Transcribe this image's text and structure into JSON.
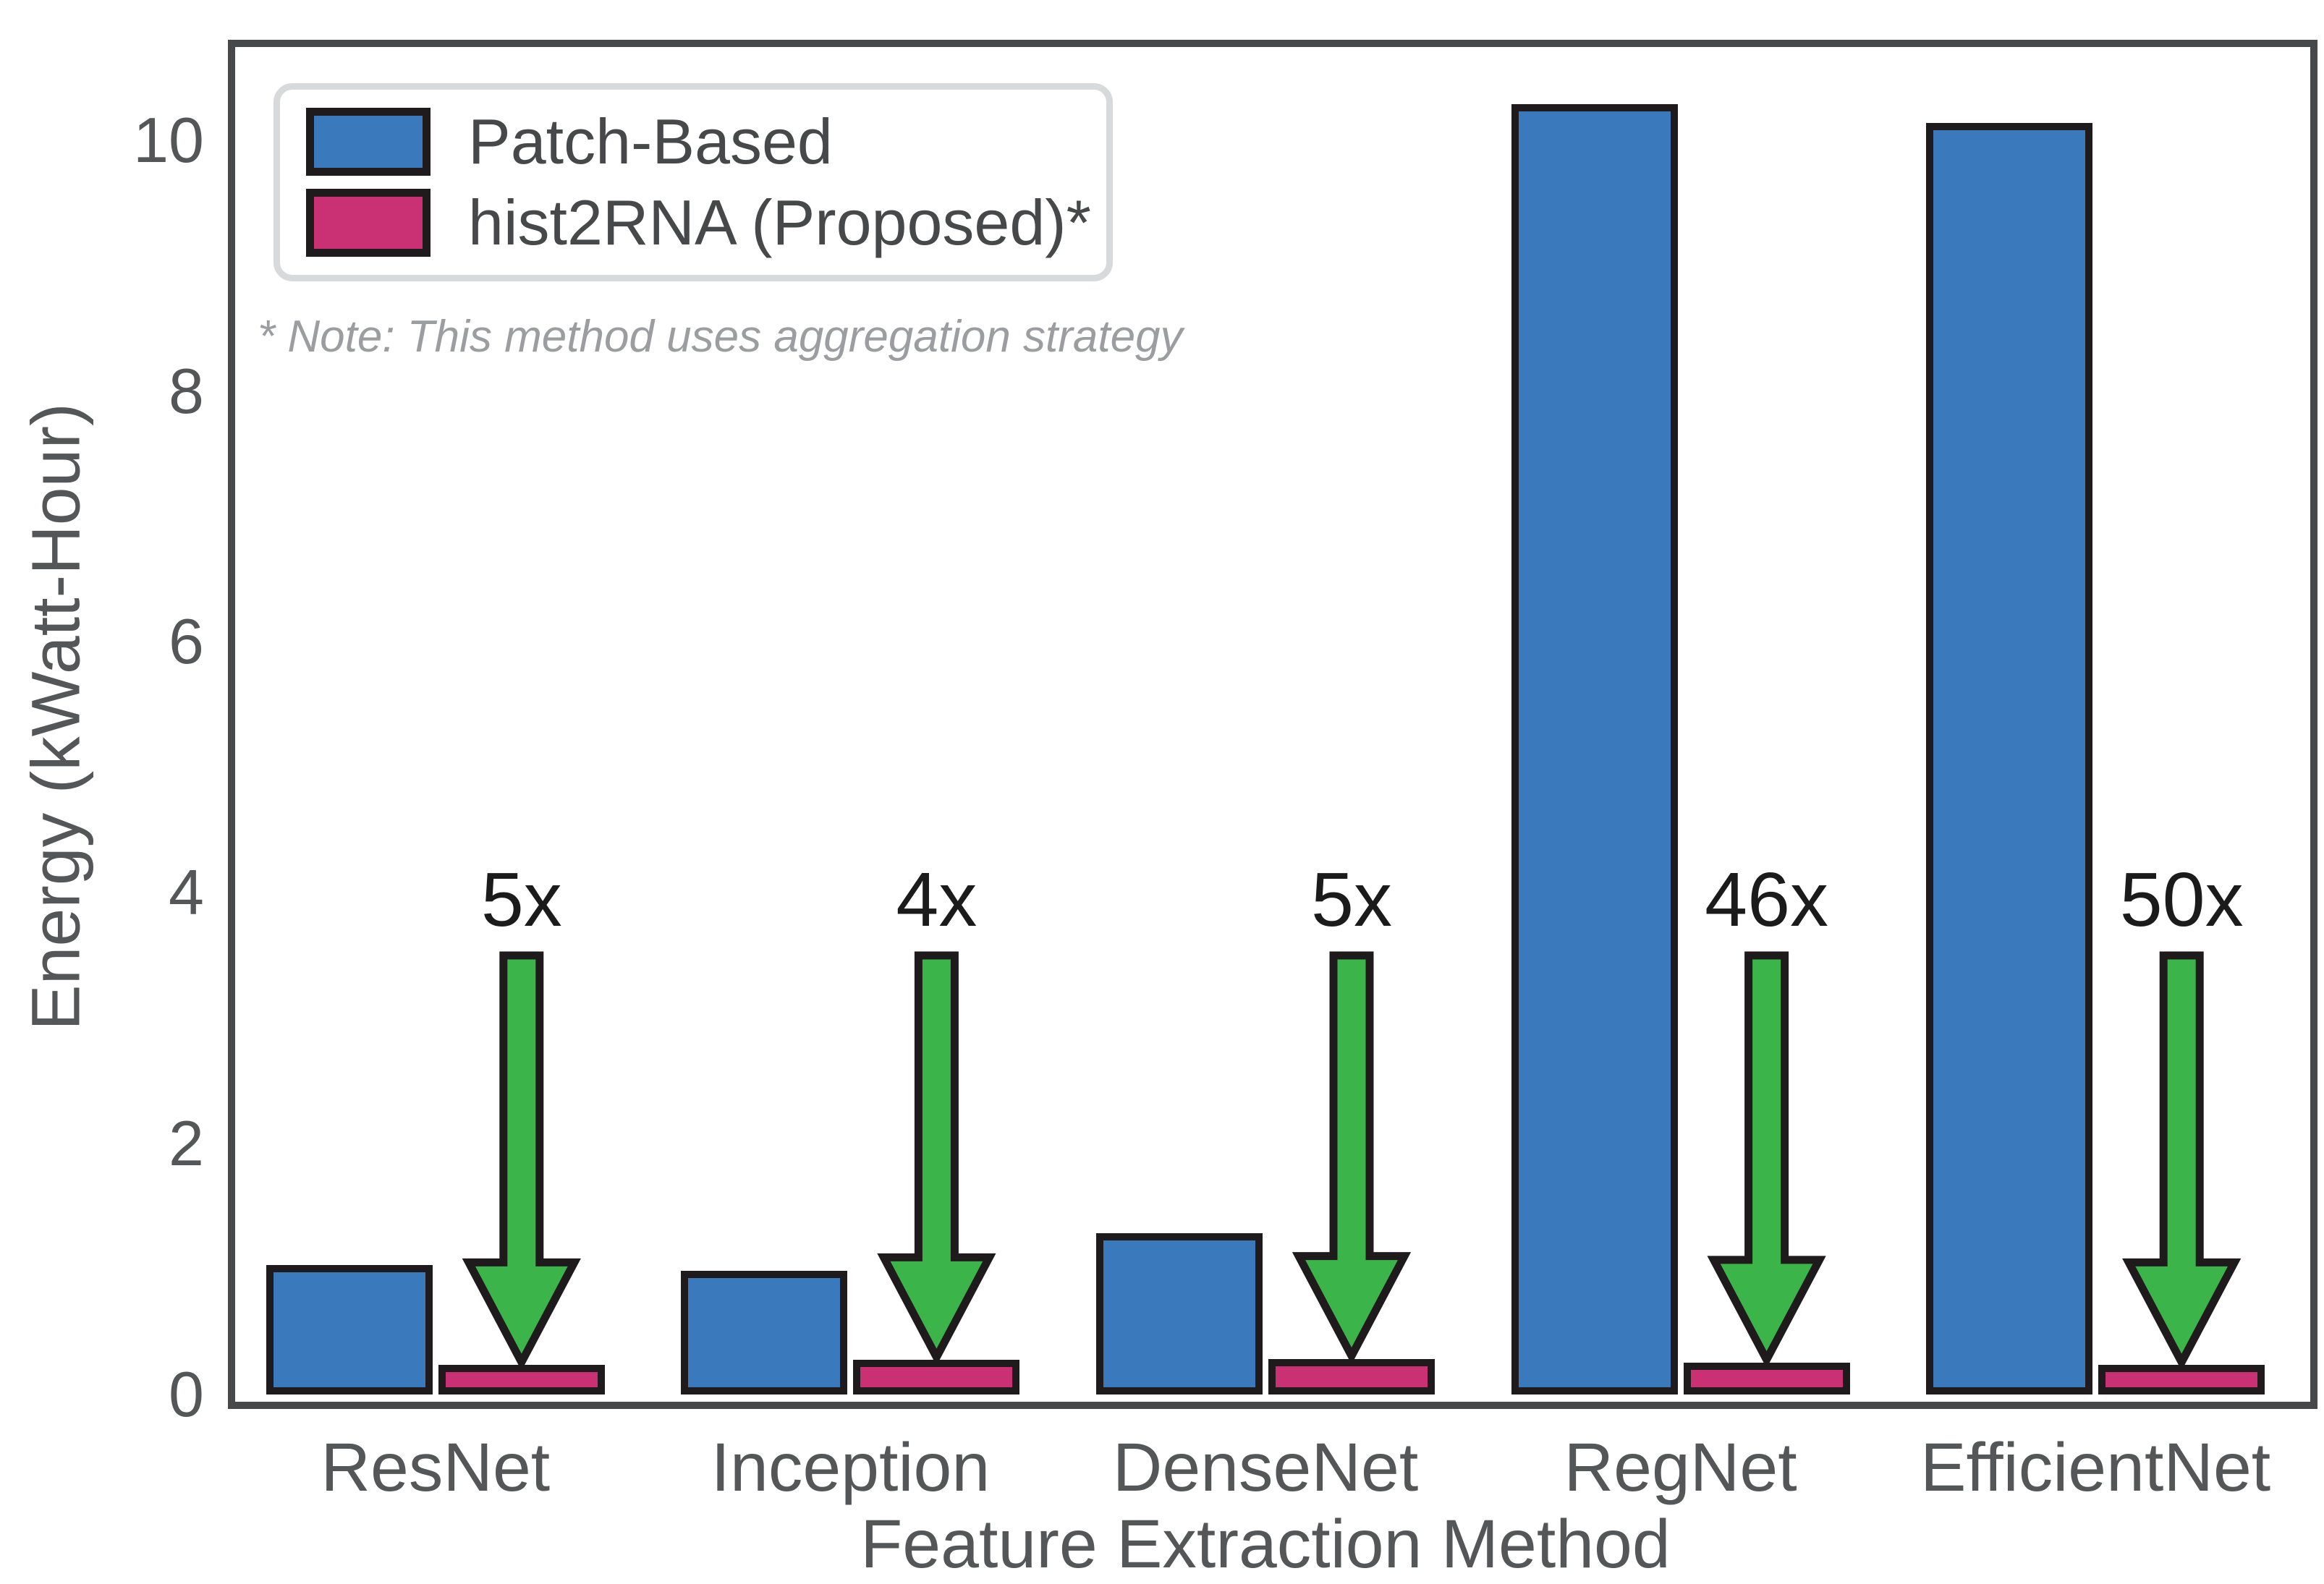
{
  "chart_data": {
    "type": "bar",
    "title": "",
    "categories": [
      "ResNet",
      "Inception",
      "DenseNet",
      "RegNet",
      "EfficientNet"
    ],
    "series": [
      {
        "name": "Patch-Based",
        "color": "#3a79bc",
        "values": [
          1.0,
          0.95,
          1.25,
          10.25,
          10.1
        ]
      },
      {
        "name": "hist2RNA (Proposed)*",
        "color": "#ca3175",
        "values": [
          0.2,
          0.24,
          0.25,
          0.22,
          0.2
        ]
      }
    ],
    "annotations": {
      "multipliers": [
        "5x",
        "4x",
        "5x",
        "46x",
        "50x"
      ],
      "arrow_color": "#3bb54a",
      "arrow_edge_color": "#1f1b1c",
      "arrow_from_value": 3.5
    },
    "xlabel": "Feature Extraction Method",
    "ylabel": "Energy (kWatt-Hour)",
    "yticks": [
      0,
      2,
      4,
      6,
      8,
      10
    ],
    "ylim": [
      0,
      10.8
    ],
    "grid": false,
    "legend": {
      "position": "upper left",
      "items": [
        "Patch-Based",
        "hist2RNA (Proposed)*"
      ]
    },
    "note": "* Note: This method uses aggregation strategy"
  },
  "colors": {
    "bar_blue": "#3a79bc",
    "bar_magenta": "#ca3175",
    "arrow_green": "#3bb54a",
    "bar_edge": "#1f1b1c",
    "spine_gray": "#474849",
    "tick_text": "#545658",
    "legend_text": "#47484a",
    "note_text": "#9b9da0",
    "legend_border": "#d7d9db",
    "annotation_text": "#1b1b1b"
  }
}
